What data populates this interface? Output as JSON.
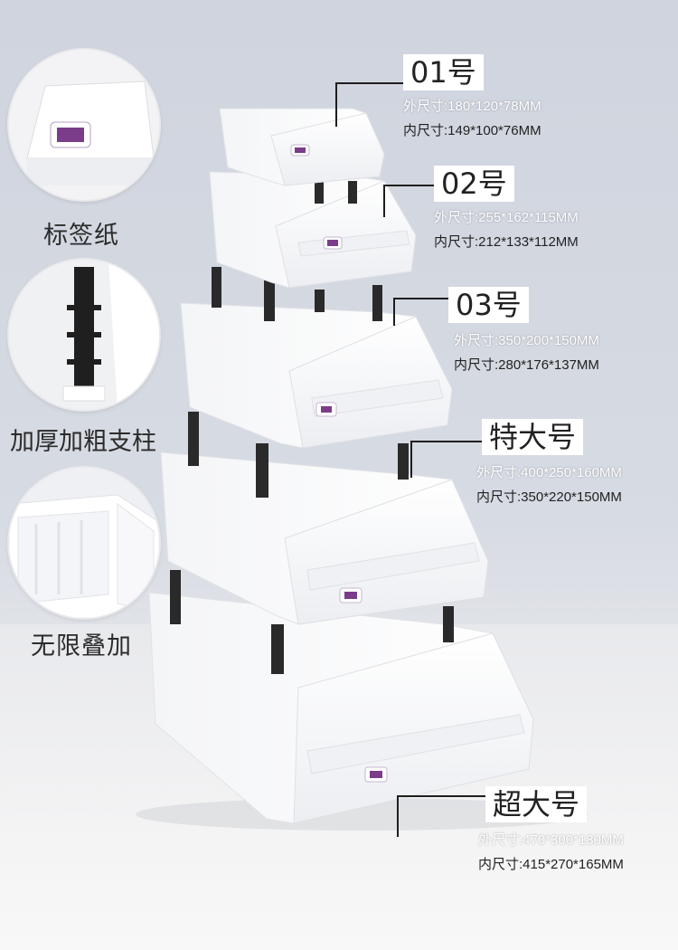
{
  "colors": {
    "bin": "#f8f8f8",
    "bin_shade": "#e7e8ec",
    "post": "#2a2a2a",
    "label_purple": "#7b3c8a",
    "outer_dim_text": "#ffffff",
    "inner_dim_text": "#222222"
  },
  "features": [
    {
      "label": "标签纸",
      "icon": "label-sticker-closeup"
    },
    {
      "label": "加厚加粗支柱",
      "icon": "support-post-closeup"
    },
    {
      "label": "无限叠加",
      "icon": "stacking-closeup"
    }
  ],
  "sizes": [
    {
      "name": "01号",
      "outer": "外尺寸:180*120*78MM",
      "inner": "内尺寸:149*100*76MM"
    },
    {
      "name": "02号",
      "outer": "外尺寸:255*162*115MM",
      "inner": "内尺寸:212*133*112MM"
    },
    {
      "name": "03号",
      "outer": "外尺寸:350*200*150MM",
      "inner": "内尺寸:280*176*137MM"
    },
    {
      "name": "特大号",
      "outer": "外尺寸:400*250*160MM",
      "inner": "内尺寸:350*220*150MM"
    },
    {
      "name": "超大号",
      "outer": "外尺寸:470*300*180MM",
      "inner": "内尺寸:415*270*165MM"
    }
  ]
}
